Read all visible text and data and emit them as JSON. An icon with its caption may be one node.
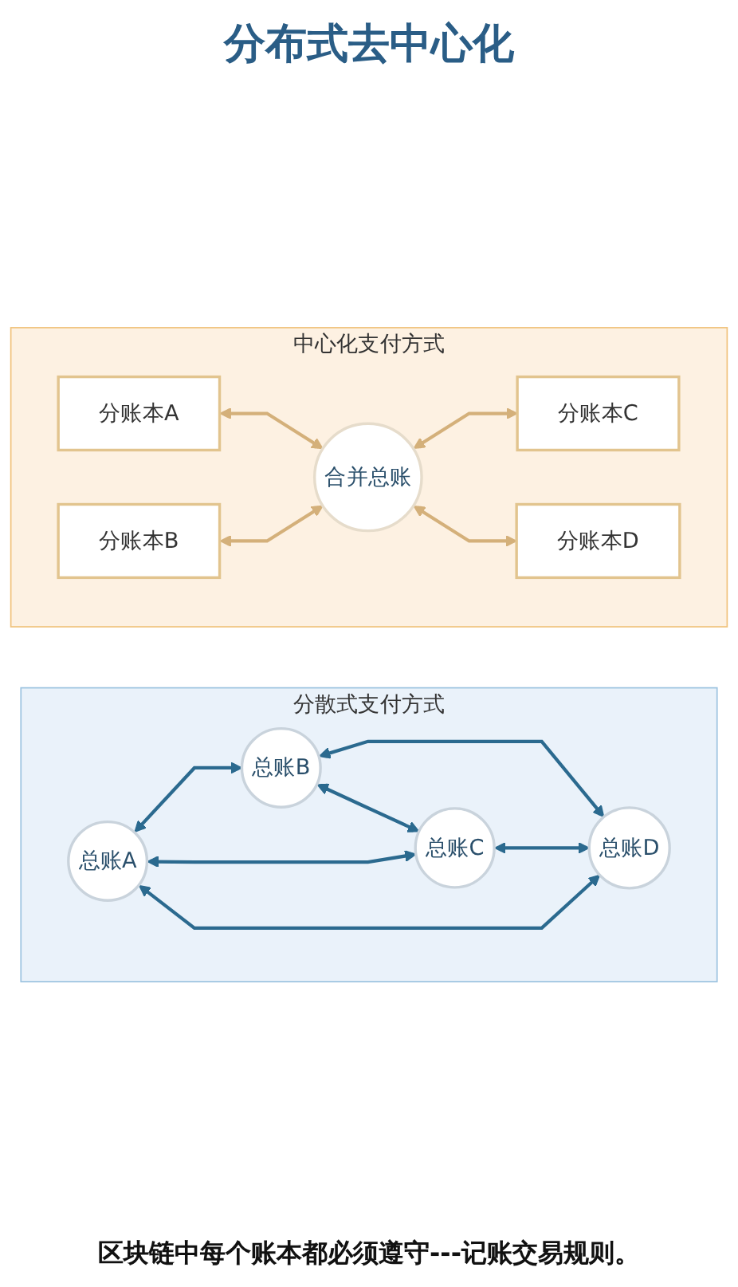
{
  "diagram": {
    "title": "分布式去中心化",
    "nodes": [
      {
        "text": [
          "中心化支付方式"
        ]
      },
      {
        "text": [
          "分账本A"
        ],
        "in": 0
      },
      {
        "text": [
          "分账本B"
        ],
        "in": 0
      },
      {
        "text": [
          "合并总账"
        ],
        "in": 0
      },
      {
        "text": [
          "分账本C"
        ],
        "in": 0
      },
      {
        "text": [
          "分账本D"
        ],
        "in": 0
      },
      {
        "text": [
          "分散式支付方式"
        ]
      },
      {
        "text": [
          "总账A"
        ],
        "in": 6
      },
      {
        "text": [
          "总账B"
        ],
        "in": 6
      },
      {
        "text": [
          "总账C"
        ],
        "in": 6
      },
      {
        "text": [
          "总账D"
        ],
        "in": 6
      }
    ],
    "edges": [
      {
        "from": 1,
        "to": 3,
        "arrow": "both",
        "color": "#d4b07a"
      },
      {
        "from": 2,
        "to": 3,
        "arrow": "both",
        "color": "#d4b07a"
      },
      {
        "from": 3,
        "to": 4,
        "arrow": "both",
        "color": "#d4b07a"
      },
      {
        "from": 3,
        "to": 5,
        "arrow": "both",
        "color": "#d4b07a"
      },
      {
        "from": 7,
        "to": 8,
        "arrow": "both"
      },
      {
        "from": 7,
        "to": 9,
        "arrow": "both"
      },
      {
        "from": 8,
        "to": 10,
        "arrow": "both"
      },
      {
        "from": 9,
        "to": 10,
        "arrow": "both"
      },
      {
        "from": 7,
        "to": 10,
        "arrow": "both"
      },
      {
        "from": 8,
        "to": 9,
        "arrow": "both"
      }
    ],
    "caption": "区块链中每个账本都必须遵守---记账交易规则。"
  }
}
